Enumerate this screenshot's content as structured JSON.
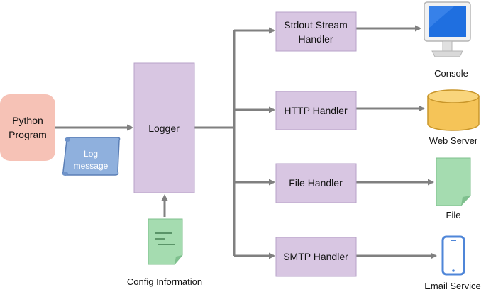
{
  "nodes": {
    "python_program": {
      "line1": "Python",
      "line2": "Program"
    },
    "log_message": {
      "line1": "Log",
      "line2": "message"
    },
    "logger": {
      "label": "Logger"
    },
    "config": {
      "label": "Config Information"
    },
    "handlers": {
      "stdout": {
        "line1": "Stdout Stream",
        "line2": "Handler"
      },
      "http": {
        "label": "HTTP Handler"
      },
      "file": {
        "label": "File Handler"
      },
      "smtp": {
        "label": "SMTP Handler"
      }
    },
    "destinations": {
      "console": "Console",
      "web_server": "Web Server",
      "file": "File",
      "email": "Email Service"
    }
  },
  "colors": {
    "python_fill": "#f6c2b6",
    "box_fill": "#d8c6e2",
    "box_stroke": "#b7a2c8",
    "log_scroll": "#8fb0dd",
    "doc_green": "#a5dcb0",
    "db_gold": "#f5c458",
    "arrow": "#808080",
    "phone_blue": "#4f86d8"
  }
}
